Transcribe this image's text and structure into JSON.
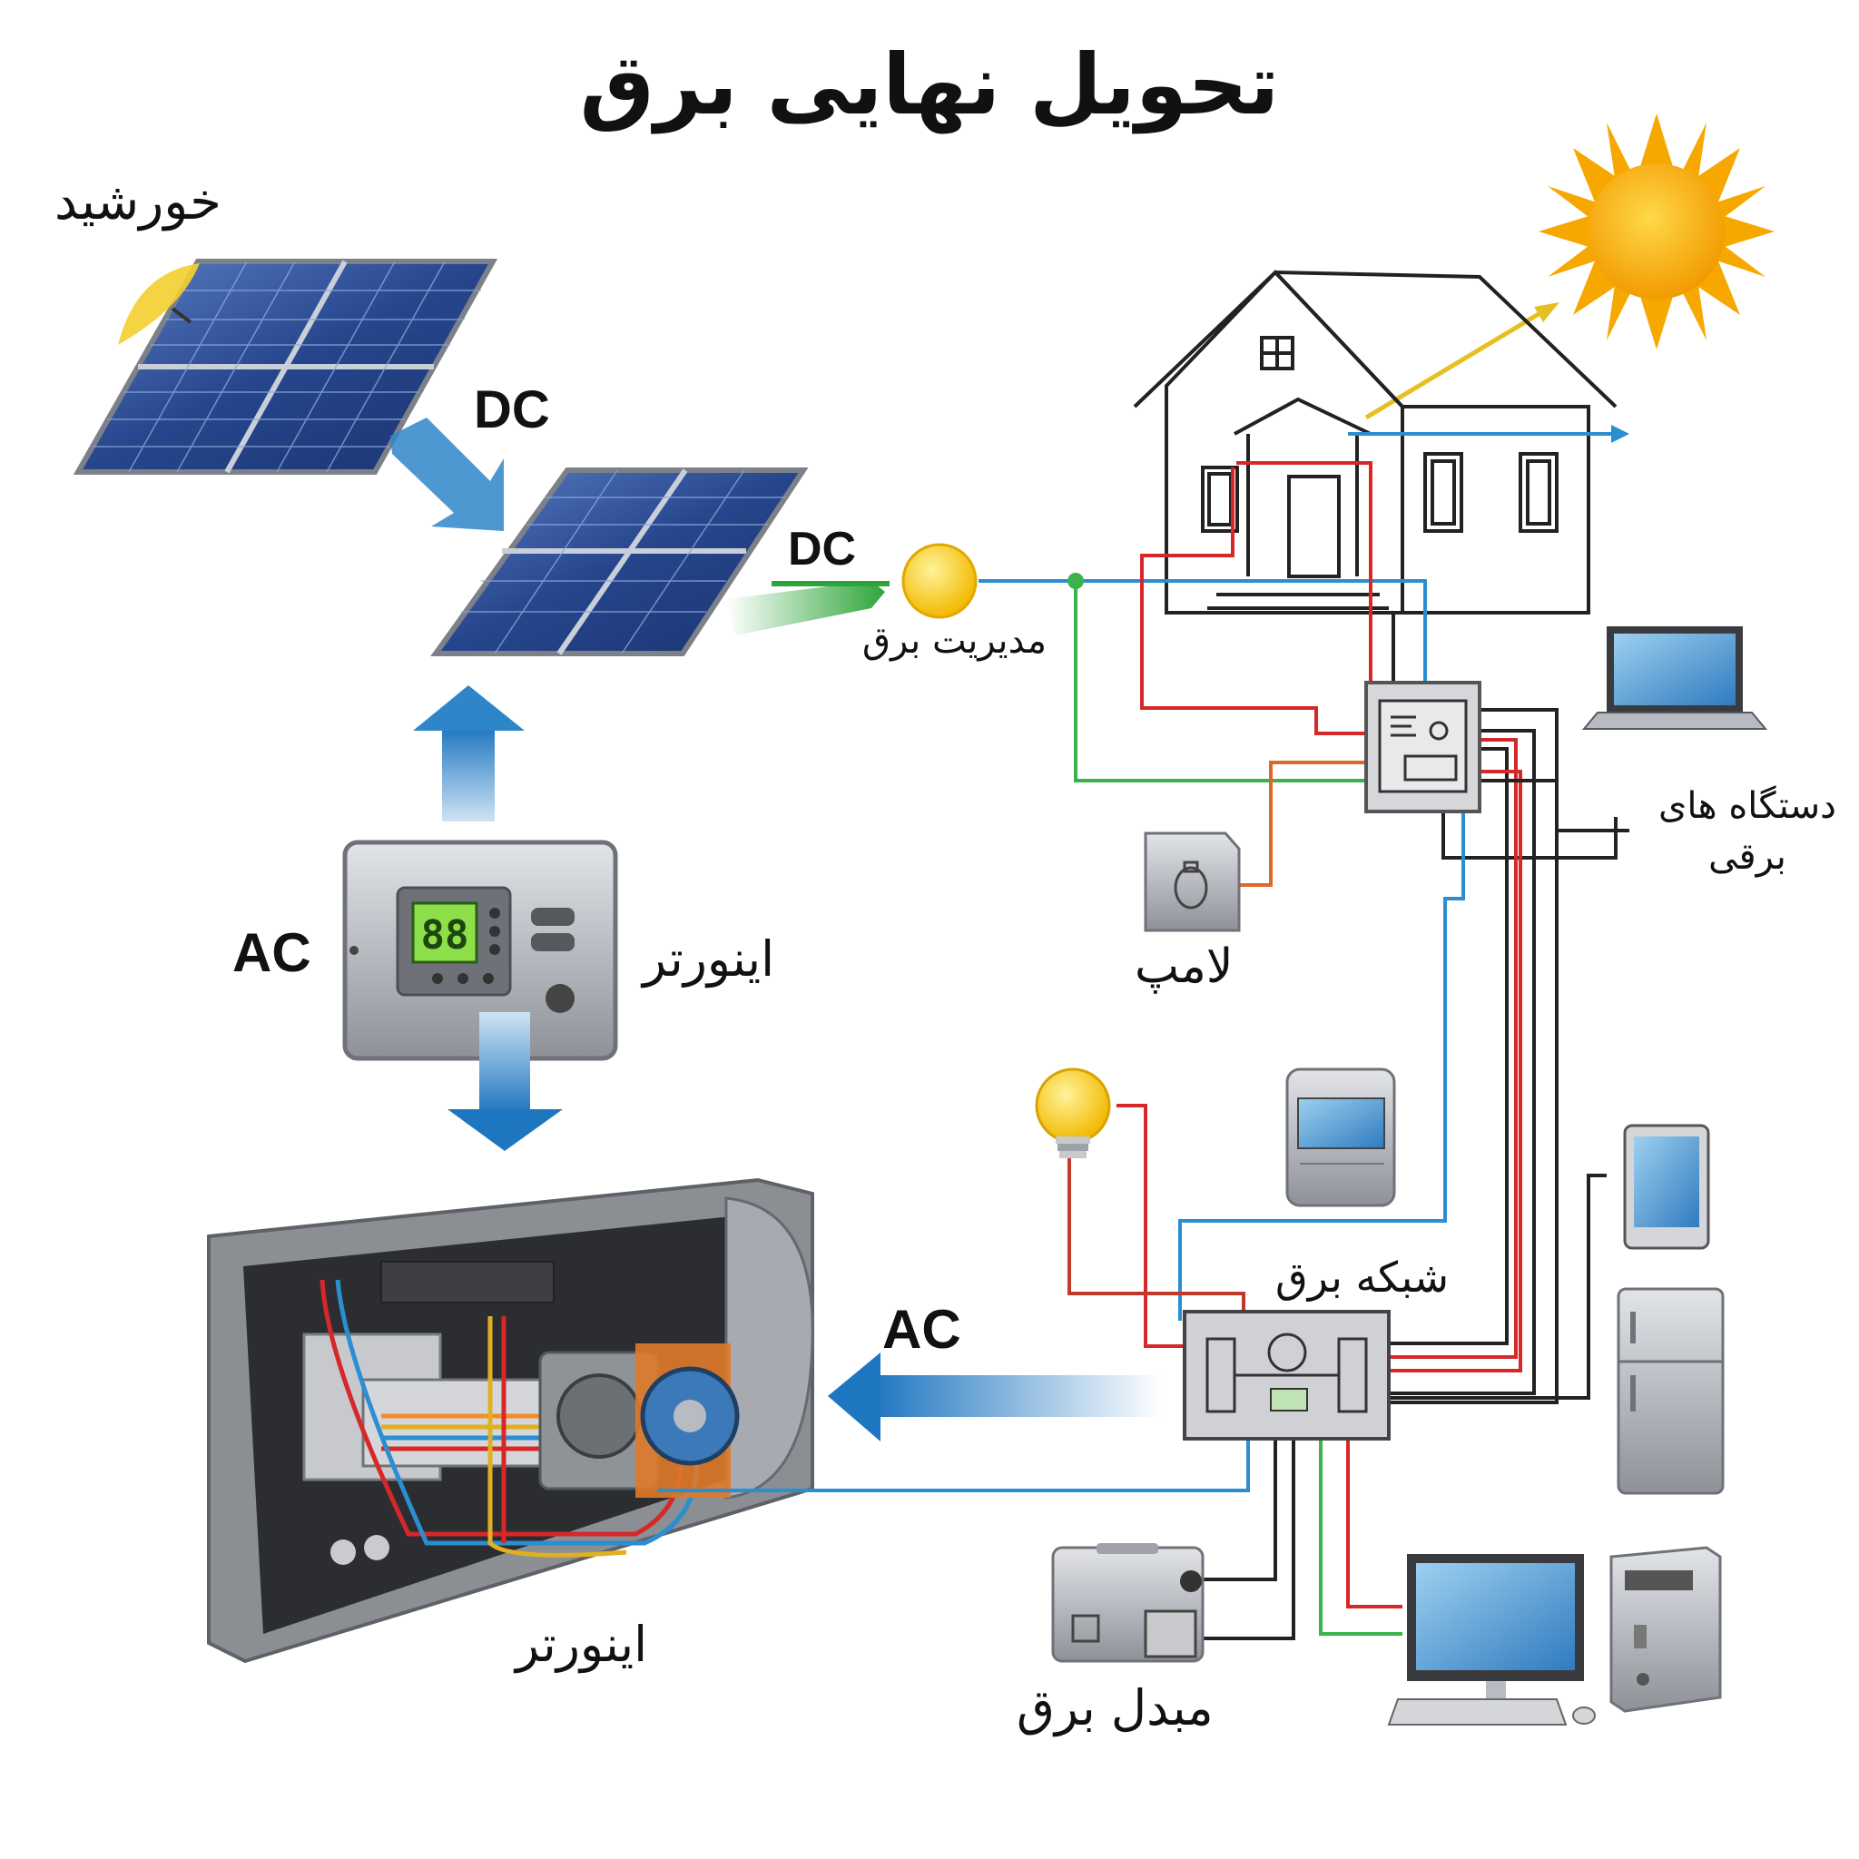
{
  "title": "تحویل نهایی برق",
  "labels": {
    "sun": "خورشید",
    "dc_top": "DC",
    "dc_mid": "DC",
    "power_management": "مدیریت برق",
    "ac_left": "AC",
    "inverter_small": "اینورتر",
    "lamp": "لامپ",
    "devices": "دستگاه های برقی",
    "ac_bottom": "AC",
    "grid": "شبکه برق",
    "inverter_large": "اینورتر",
    "converter": "مبدل برق"
  },
  "inverter_display": "88",
  "colors": {
    "wire_red": "#d62828",
    "wire_blue": "#2a8fd0",
    "wire_green": "#3cb34a",
    "wire_orange": "#e0662a",
    "wire_black": "#1a1a1a",
    "arrow_blue": "#2e86c9",
    "arrow_green": "#46b049",
    "sun": "#f7b500",
    "panel": "#25488f",
    "metal": "#b9bcc1"
  },
  "icons": [
    "sun-icon",
    "solar-panel-icon",
    "house-icon",
    "laptop-icon",
    "tablet-icon",
    "fridge-icon",
    "microwave-icon",
    "desktop-computer-icon",
    "pc-tower-icon",
    "light-bulb-icon",
    "lamp-switch-icon",
    "inverter-icon",
    "converter-icon",
    "distribution-box-icon",
    "grid-panel-icon"
  ]
}
